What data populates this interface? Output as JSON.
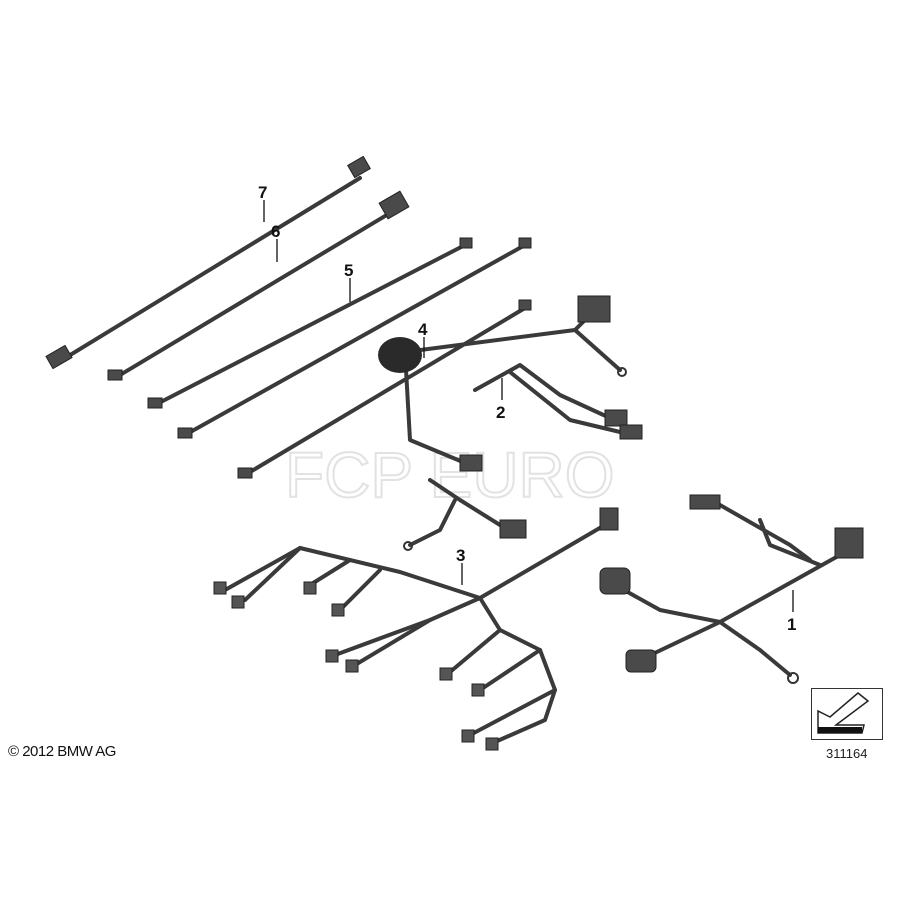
{
  "callouts": [
    "1",
    "2",
    "3",
    "4",
    "5",
    "6",
    "7"
  ],
  "watermark": "FCP EURO",
  "copyright": "© 2012 BMW AG",
  "diagram_number": "311164"
}
